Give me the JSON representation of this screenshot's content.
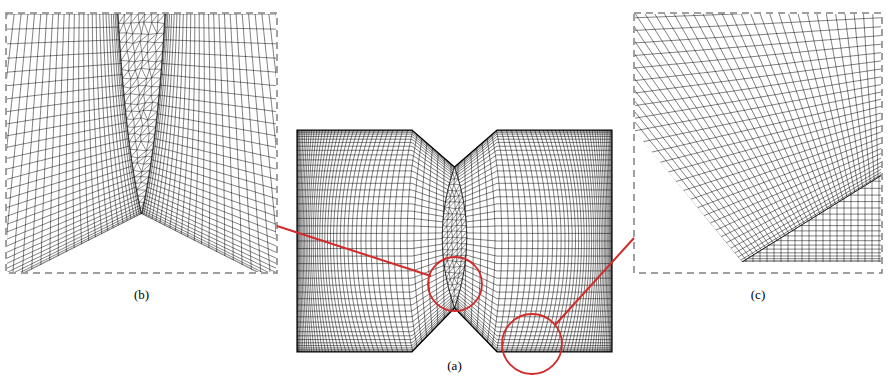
{
  "diagram": {
    "labels": [
      "(b)",
      "(c)",
      "(a)"
    ]
  }
}
